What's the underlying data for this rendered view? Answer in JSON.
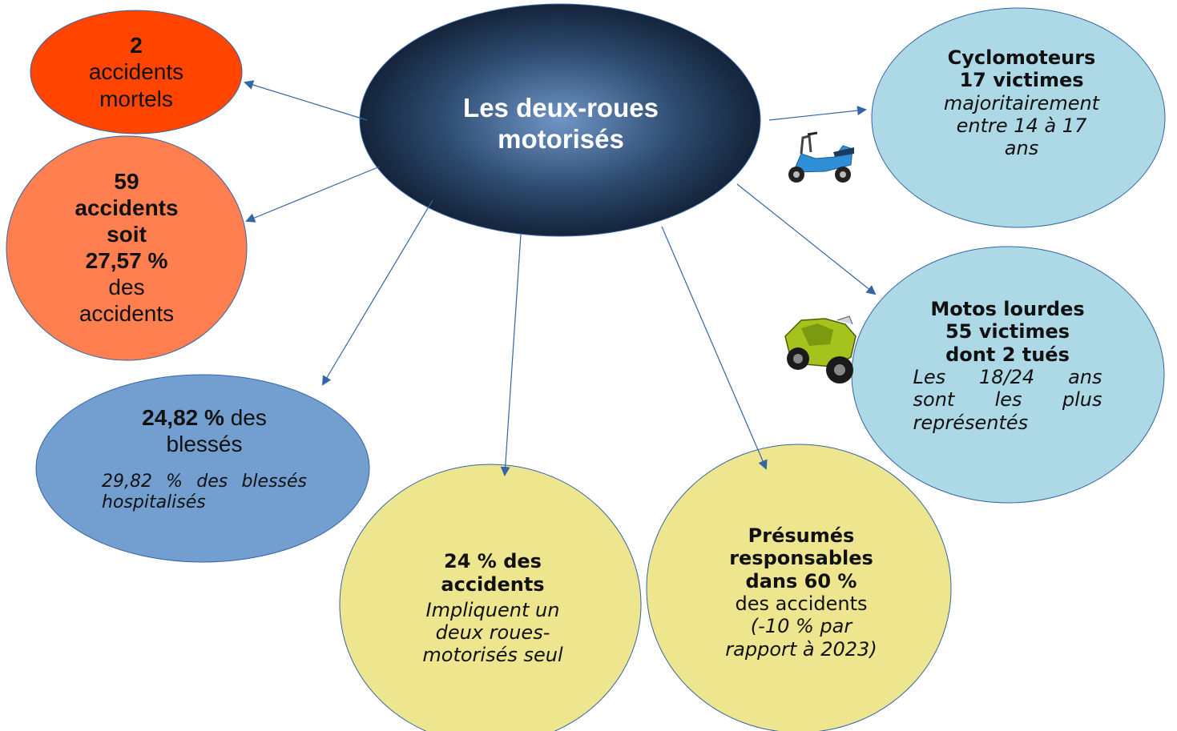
{
  "center": {
    "line1": "Les deux-roues",
    "line2": "motorisés"
  },
  "mortels": {
    "number": "2",
    "line1": "accidents",
    "line2": "mortels"
  },
  "accidents_59": {
    "number": "59",
    "line1": "accidents",
    "line2": "soit",
    "percent": "27,57 %",
    "line3": "des",
    "line4": "accidents"
  },
  "blesses": {
    "percent": "24,82 %",
    "text1": "des",
    "text2": "blessés",
    "note": "29,82 % des blessés hospitalisés"
  },
  "seul": {
    "line1": "24 % des",
    "line2": "accidents",
    "note1": "Impliquent un",
    "note2": "deux roues-",
    "note3": "motorisés seul"
  },
  "responsables": {
    "line1": "Présumés",
    "line2": "responsables",
    "line3": "dans 60 %",
    "line4": "des accidents",
    "note1": "(-10 % par",
    "note2": "rapport à 2023)"
  },
  "cyclo": {
    "title": "Cyclomoteurs",
    "victims": "17 victimes",
    "note1": "majoritairement",
    "note2": "entre 14 à 17",
    "note3": "ans"
  },
  "motos": {
    "title": "Motos lourdes",
    "victims": "55 victimes",
    "killed": "dont 2 tués",
    "note": "Les 18/24 ans sont les plus représentés"
  },
  "colors": {
    "mortels": "#ff4500",
    "accidents_59": "#ff7f50",
    "blesses": "#729fcf",
    "yellow": "#eee58f",
    "lightblue": "#add8e6",
    "arrow": "#3465a4"
  },
  "icons": {
    "scooter": "scooter-icon",
    "motorcycle": "motorcycle-icon"
  }
}
